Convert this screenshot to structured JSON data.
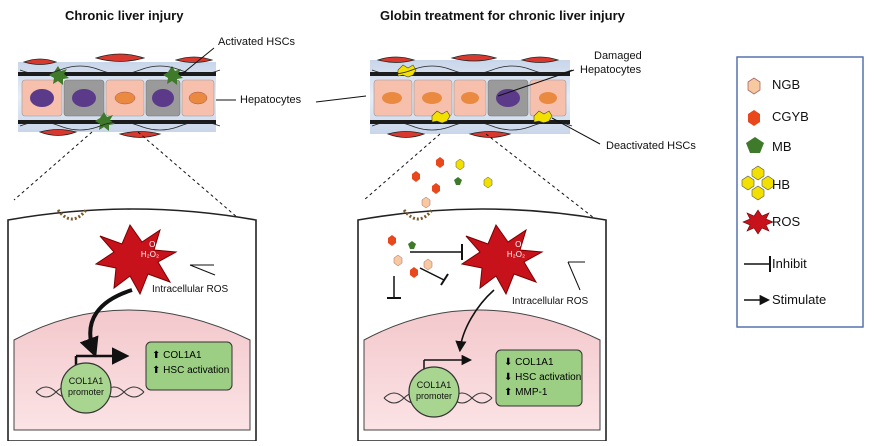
{
  "titles": {
    "left": "Chronic liver injury",
    "right": "Globin treatment for chronic liver injury"
  },
  "labels": {
    "activated_hscs": "Activated HSCs",
    "hepatocytes": "Hepatocytes",
    "damaged_hepatocytes_1": "Damaged",
    "damaged_hepatocytes_2": "Hepatocytes",
    "deactivated_hscs": "Deactivated HSCs",
    "intracellular_ros_left": "Intracellular ROS",
    "intracellular_ros_right": "Intracellular ROS",
    "ros_burst_line1": "O₂⁻•, OH•,",
    "ros_burst_line2": "H₂O₂",
    "promoter_line1": "COL1A1",
    "promoter_line2": "promoter"
  },
  "left_effects": [
    {
      "arrow": "⬆",
      "text": "COL1A1"
    },
    {
      "arrow": "⬆",
      "text": "HSC activation"
    }
  ],
  "right_effects": [
    {
      "arrow": "⬇",
      "text": "COL1A1"
    },
    {
      "arrow": "⬇",
      "text": "HSC activation"
    },
    {
      "arrow": "⬆",
      "text": "MMP-1"
    }
  ],
  "legend": {
    "items": [
      {
        "label": "NGB",
        "icon": "hexagon-light-orange-icon",
        "color": "#f6c9a0"
      },
      {
        "label": "CGYB",
        "icon": "hexagon-red-orange-icon",
        "color": "#e8481c"
      },
      {
        "label": "MB",
        "icon": "pentagon-green-icon",
        "color": "#3f7a2b"
      },
      {
        "label": "HB",
        "icon": "four-hexagon-yellow-icon",
        "color": "#f2e000"
      },
      {
        "label": "ROS",
        "icon": "star-burst-red-icon",
        "color": "#cc1010"
      },
      {
        "label": "Inhibit",
        "icon": "inhibit-bar-icon"
      },
      {
        "label": "Stimulate",
        "icon": "arrow-right-icon"
      }
    ]
  },
  "colors": {
    "nucleus_fill": "#f6d3d6",
    "effect_box": "#9ccf84",
    "hepatocyte": "#f6c0ad",
    "ros": "#cc1010",
    "legend_border": "#4a6aa8"
  }
}
